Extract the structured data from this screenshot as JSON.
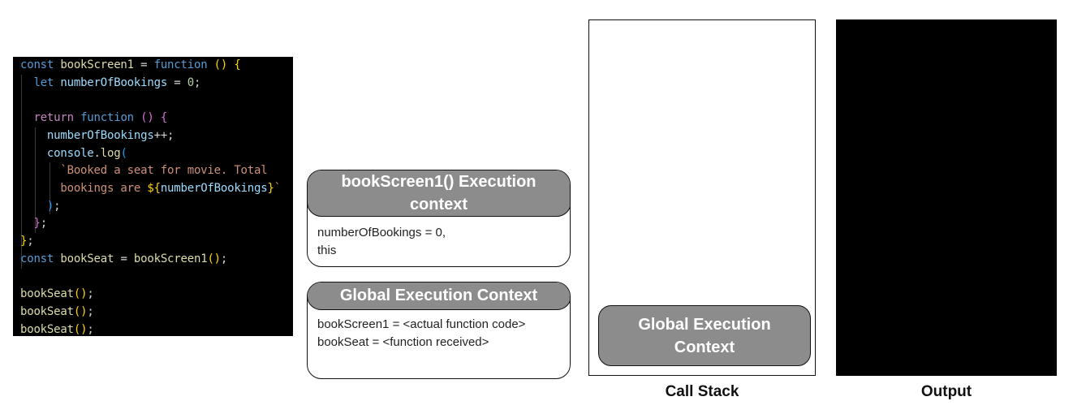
{
  "code": {
    "lines": [
      "const bookScreen1 = function () {",
      "  let numberOfBookings = 0;",
      "",
      "  return function () {",
      "    numberOfBookings++;",
      "    console.log(",
      "      `Booked a seat for movie. Total",
      "      bookings are ${numberOfBookings}`",
      "    );",
      "  };",
      "};",
      "const bookSeat = bookScreen1();",
      "",
      "bookSeat();",
      "bookSeat();",
      "bookSeat();"
    ]
  },
  "contexts": {
    "book_screen": {
      "title": "bookScreen1() Execution context",
      "lines": [
        "numberOfBookings = 0,",
        "this"
      ]
    },
    "global": {
      "title": "Global Execution Context",
      "lines": [
        "bookScreen1 = <actual function code>",
        "bookSeat = <function received>"
      ]
    }
  },
  "call_stack": {
    "label": "Call Stack",
    "frames": [
      "Global Execution Context"
    ]
  },
  "output": {
    "label": "Output"
  },
  "colors": {
    "header_fill": "#8c8c8c",
    "code_background": "#000000",
    "output_background": "#000000"
  }
}
